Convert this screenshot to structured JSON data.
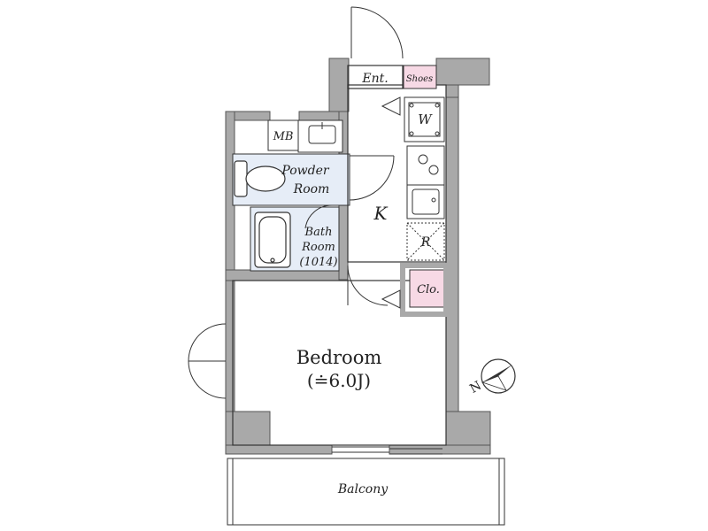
{
  "rooms": {
    "entrance": "Ent.",
    "shoes": "Shoes",
    "washer": "W",
    "mb": "MB",
    "powder_line1": "Powder",
    "powder_line2": "Room",
    "bath_line1": "Bath",
    "bath_line2": "Room",
    "bath_size": "(1014)",
    "kitchen": "K",
    "refrigerator": "R",
    "closet": "Clo.",
    "bedroom": "Bedroom",
    "bedroom_size": "(≐6.0J)",
    "balcony": "Balcony"
  },
  "compass": {
    "label": "N",
    "icon": "compass-icon"
  },
  "colors": {
    "wall": "#a9a9a9",
    "wet_area": "#e6edf7",
    "pink": "#f7d9e5",
    "line": "#333333"
  }
}
